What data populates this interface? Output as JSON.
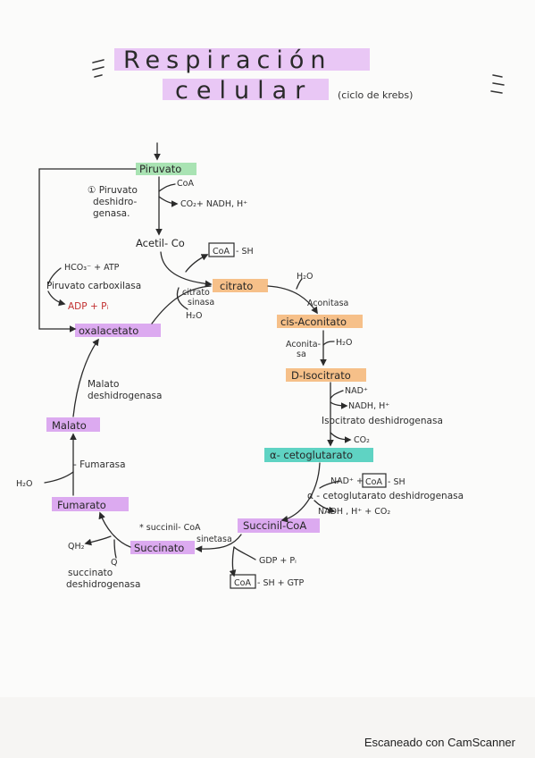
{
  "title": {
    "line1": "Respiración",
    "line2": "celular",
    "subtitle": "(ciclo de krebs)"
  },
  "colors": {
    "green": "#a9e3b3",
    "orange": "#f6c089",
    "teal": "#5fd3c3",
    "purple": "#dcaaf0",
    "ink": "#2b2b2b"
  },
  "nodes": {
    "piruvato": "Piruvato",
    "acetil": "Acetil- Co",
    "citrato": "citrato",
    "cis_aconitato": "cis-Aconitato",
    "isocitrato": "D-Isocitrato",
    "cetoglutarato": "α- cetoglutarato",
    "succinil": "Succinil-CoA",
    "succinato": "Succinato",
    "fumarato": "Fumarato",
    "malato": "Malato",
    "oxalacetato": "oxalacetato"
  },
  "labels": {
    "pdh_1": "① Piruvato",
    "pdh_2": "deshidro-",
    "pdh_3": "genasa.",
    "coa": "CoA",
    "co2_nadh": "CO₂+ NADH, H⁺",
    "coa_box": "CoA",
    "coa_sh": "- SH",
    "hco3_atp": "HCO₃⁻ + ATP",
    "pc": "Piruvato carboxilasa",
    "adp_pi": "ADP + Pᵢ",
    "cs_1": "citrato",
    "cs_2": "sinasa",
    "h2o_cs": "H₂O",
    "h2o_acon": "H₂O",
    "aconitasa": "Aconitasa",
    "aconitasa2_1": "Aconita-",
    "aconitasa2_2": "sa",
    "h2o_iso": "H₂O",
    "nad": "NAD⁺",
    "nadh": "NADH, H⁺",
    "idh": "Isocitrato deshidrogenasa",
    "co2": "CO₂",
    "nad_coa_a": "NAD⁺ +",
    "nad_coa_box": "CoA",
    "nad_coa_b": "- SH",
    "akgdh": "α - cetoglutarato deshidrogenasa",
    "nadh_co2": "NADH , H⁺ + CO₂",
    "gdp_pi": "GDP + Pᵢ",
    "coa_gtp_box": "CoA",
    "coa_gtp": "- SH + GTP",
    "sucsin_1": "* succinil- CoA",
    "sucsin_2": "sinetasa",
    "qh2": "QH₂",
    "q": "Q",
    "sdh_1": "succinato",
    "sdh_2": "deshidrogenasa",
    "h2o_fum": "H₂O",
    "fumarasa": "- Fumarasa",
    "mdh_1": "Malato",
    "mdh_2": "deshidrogenasa"
  },
  "footer": "Escaneado con CamScanner"
}
